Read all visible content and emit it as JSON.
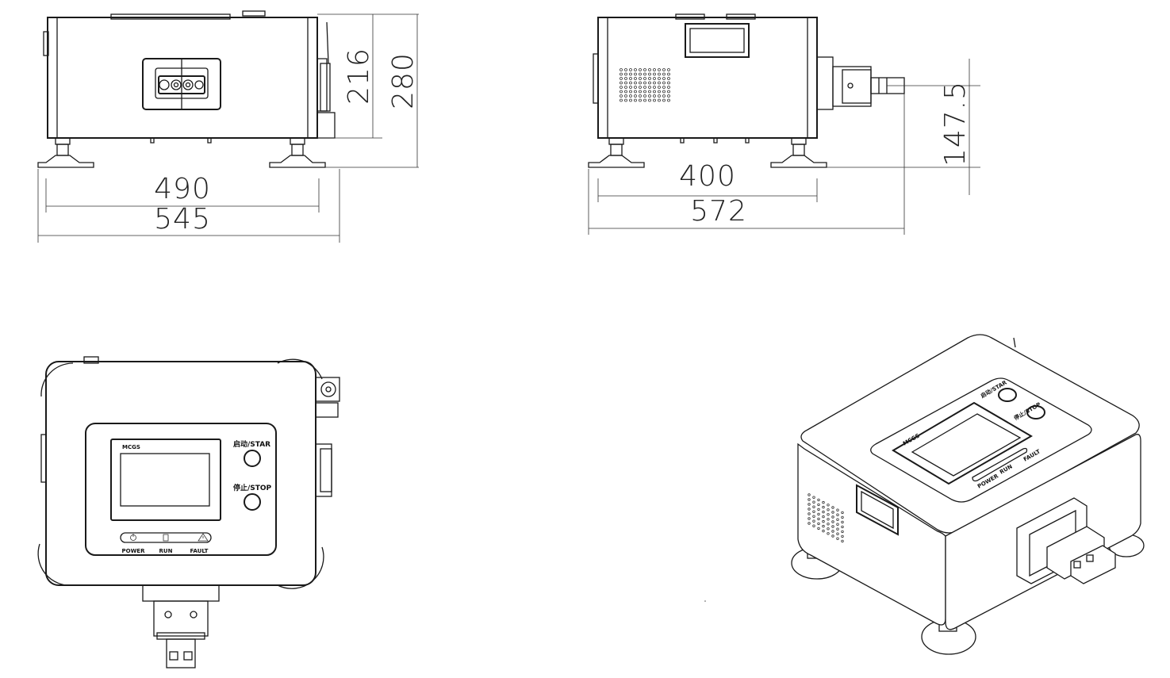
{
  "dimensions": {
    "front_width_inner": "490",
    "front_width_outer": "545",
    "front_height_body": "216",
    "front_height_total": "280",
    "side_width_inner": "400",
    "side_width_outer": "572",
    "side_connector_height": "147.5"
  },
  "panel": {
    "screen_brand": "MCGS",
    "start_button_label": "启动/STAR",
    "stop_button_label": "停止/STOP",
    "indicator_power": "POWER",
    "indicator_run": "RUN",
    "indicator_fault": "FAULT"
  },
  "iso_panel": {
    "screen_brand": "MCGS",
    "start_button_label": "启动/STAR",
    "stop_button_label": "停止/STOP",
    "indicator_power": "POWER",
    "indicator_run": "RUN",
    "indicator_fault": "FAULT"
  },
  "icons": [
    "power-icon",
    "run-icon",
    "fault-warning-icon"
  ]
}
